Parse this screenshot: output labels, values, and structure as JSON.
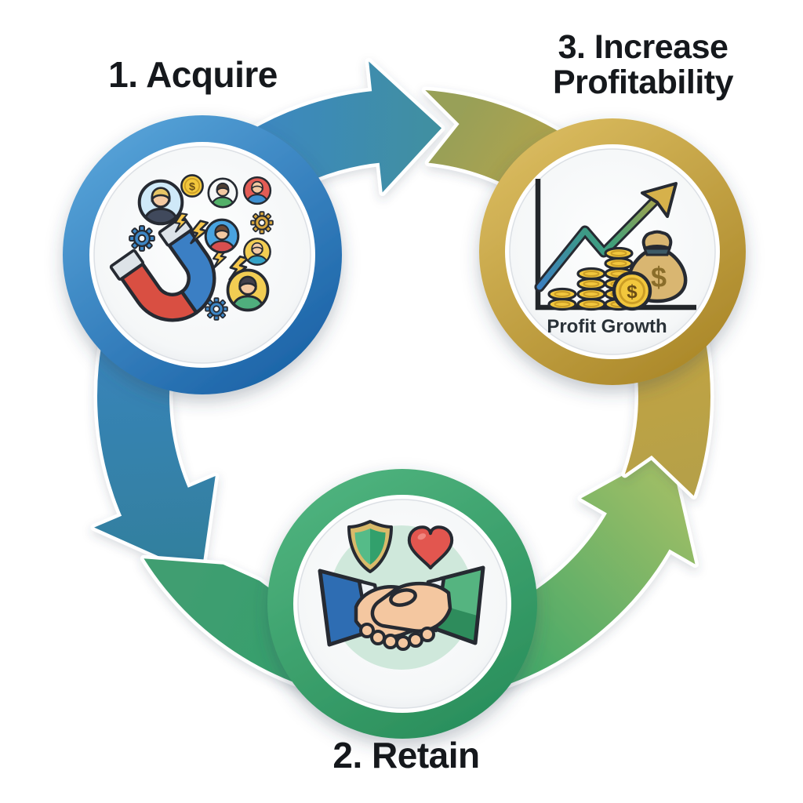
{
  "diagram": {
    "stages": [
      {
        "id": "acquire",
        "label": "1. Acquire",
        "accent": "#2e7cbe",
        "icons": [
          "magnet-icon",
          "customer-avatar-icons",
          "dollar-coin-icon",
          "gear-icons",
          "spark-icons"
        ]
      },
      {
        "id": "retain",
        "label": "2. Retain",
        "accent": "#3aa56f",
        "icons": [
          "handshake-icon",
          "shield-icon",
          "heart-icon"
        ]
      },
      {
        "id": "increase-profitability",
        "label": "3. Increase\nProfitability",
        "caption": "Profit Growth",
        "accent": "#c09c3a",
        "icons": [
          "growth-chart-icon",
          "rising-arrow-icon",
          "coin-stack-icons",
          "dollar-coin-icon",
          "money-bag-icon"
        ]
      }
    ],
    "arrows": [
      {
        "from": "acquire",
        "to": "increase-profitability",
        "gradient": [
          "#3c87c5",
          "#c9a63e"
        ]
      },
      {
        "from": "acquire",
        "to": "retain",
        "gradient": [
          "#3a86c4",
          "#2fa067"
        ]
      },
      {
        "from": "retain",
        "to": "increase-profitability",
        "gradient": [
          "#2da369",
          "#c9a63e"
        ]
      }
    ],
    "symbols": {
      "dollar": "$"
    },
    "colors": {
      "background": "#ffffff",
      "text": "#15181c"
    }
  }
}
